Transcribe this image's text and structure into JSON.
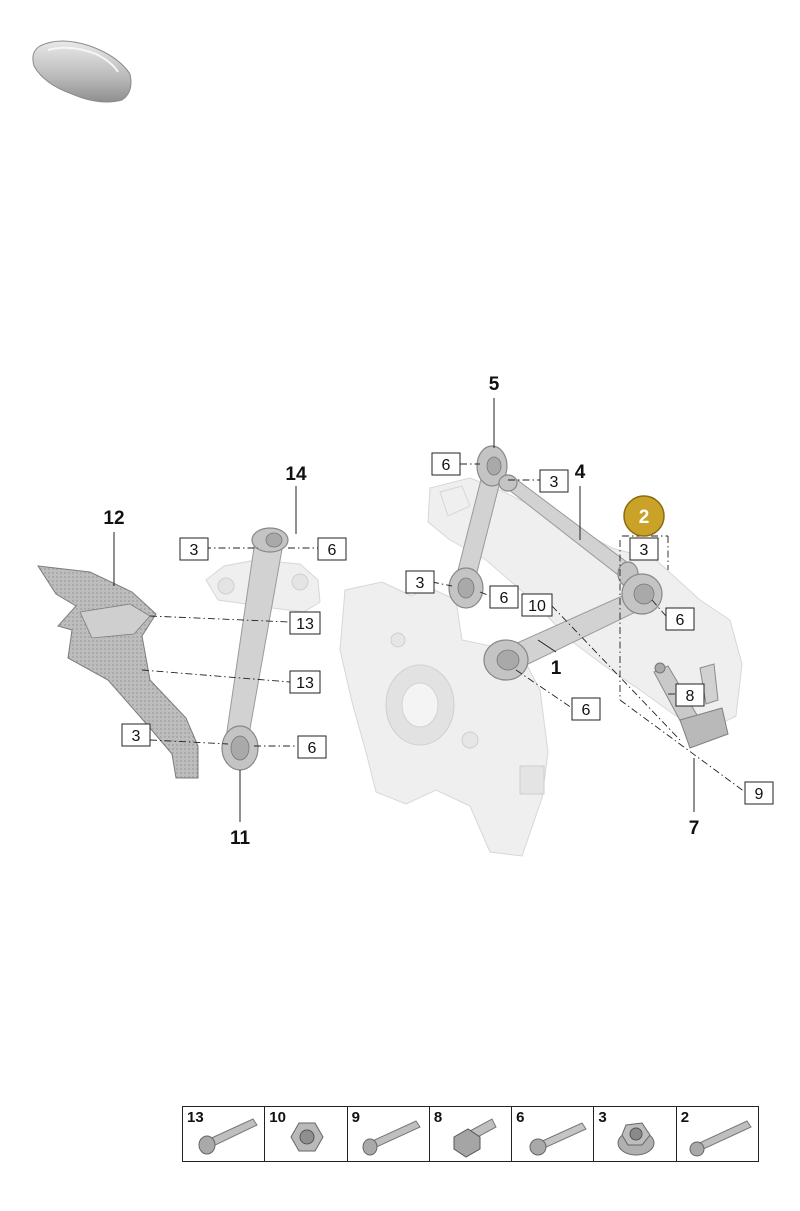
{
  "callouts_bold": [
    {
      "id": "c1",
      "label": "1"
    },
    {
      "id": "c4",
      "label": "4"
    },
    {
      "id": "c5",
      "label": "5"
    },
    {
      "id": "c7",
      "label": "7"
    },
    {
      "id": "c11",
      "label": "11"
    },
    {
      "id": "c12",
      "label": "12"
    },
    {
      "id": "c14",
      "label": "14"
    }
  ],
  "highlighted_callout": {
    "label": "2",
    "color": "#c9a227"
  },
  "boxed_callouts": [
    {
      "id": "b3a",
      "label": "3"
    },
    {
      "id": "b6a",
      "label": "6"
    },
    {
      "id": "b3b",
      "label": "3"
    },
    {
      "id": "b6b",
      "label": "6"
    },
    {
      "id": "b3c",
      "label": "3"
    },
    {
      "id": "b13a",
      "label": "13"
    },
    {
      "id": "b13b",
      "label": "13"
    },
    {
      "id": "b3d",
      "label": "3"
    },
    {
      "id": "b6c",
      "label": "6"
    },
    {
      "id": "b6d",
      "label": "6"
    },
    {
      "id": "b3e",
      "label": "3"
    },
    {
      "id": "b10",
      "label": "10"
    },
    {
      "id": "b6e",
      "label": "6"
    },
    {
      "id": "b6f",
      "label": "6"
    },
    {
      "id": "b8",
      "label": "8"
    },
    {
      "id": "b9",
      "label": "9"
    }
  ],
  "legend": [
    {
      "label": "13",
      "icon": "long-bolt-icon"
    },
    {
      "label": "10",
      "icon": "hex-nut-icon"
    },
    {
      "label": "9",
      "icon": "long-bolt-icon"
    },
    {
      "label": "8",
      "icon": "flange-bolt-icon"
    },
    {
      "label": "6",
      "icon": "stepped-bolt-icon"
    },
    {
      "label": "3",
      "icon": "flange-nut-icon"
    },
    {
      "label": "2",
      "icon": "long-bolt-icon"
    }
  ]
}
